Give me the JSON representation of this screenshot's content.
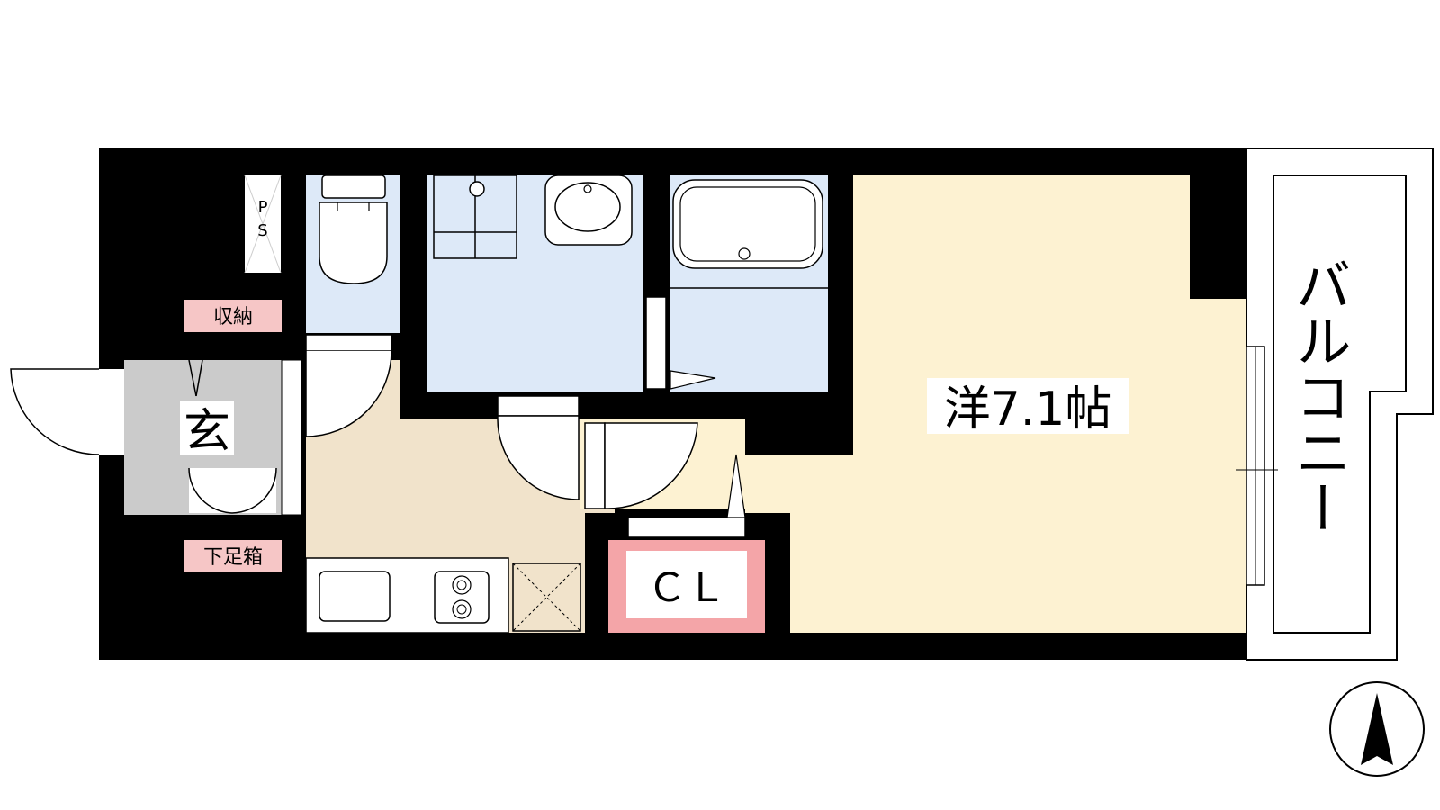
{
  "rooms": {
    "western": "洋7.1帖",
    "genkan": "玄",
    "closet": "ＣＬ",
    "balcony": "バルコニー"
  },
  "storage": {
    "shuno": "収納",
    "shoe_box": "下足箱"
  },
  "ps": {
    "line1": "P",
    "line2": "S"
  },
  "colors": {
    "wall": "#000000",
    "western_room": "#fdf2d2",
    "wet_area": "#dde9f8",
    "kitchen": "#f1e3cb",
    "genkan": "#cbcbcb",
    "storage_label": "#f6c6c6",
    "closet": "#f4a5a8"
  }
}
